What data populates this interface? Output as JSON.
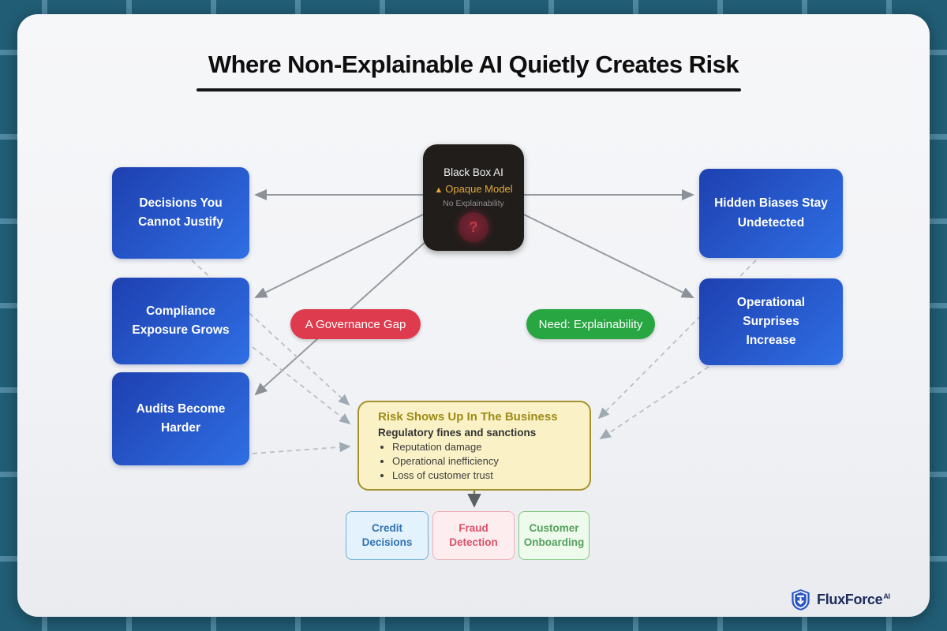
{
  "title": {
    "text": "Where Non-Explainable AI Quietly Creates Risk"
  },
  "center_node": {
    "title": "Black Box AI",
    "warning_icon": "▲",
    "warning_label": "Opaque Model",
    "subtitle": "No Explainability",
    "badge": "?"
  },
  "left_nodes": [
    {
      "label": "Decisions You Cannot Justify"
    },
    {
      "label": "Compliance Exposure Grows"
    },
    {
      "label": "Audits Become Harder"
    }
  ],
  "right_nodes": [
    {
      "label": "Hidden Biases Stay Undetected"
    },
    {
      "label": "Operational Surprises Increase"
    }
  ],
  "gap_pill": {
    "label": "A Governance Gap",
    "color": "#df3b4e"
  },
  "need_pill": {
    "label": "Need: Explainability",
    "color": "#27a642"
  },
  "risk_box": {
    "title": "Risk Shows Up In The Business",
    "highlight": "Regulatory fines and sanctions",
    "bullets": [
      "Reputation damage",
      "Operational inefficiency",
      "Loss of customer trust"
    ]
  },
  "bottom_nodes": [
    {
      "label": "Credit Decisions",
      "accent": "#3173b4"
    },
    {
      "label": "Fraud Detection",
      "accent": "#d9536b"
    },
    {
      "label": "Customer Onboarding",
      "accent": "#55a05e"
    }
  ],
  "logo": {
    "name": "FluxForce",
    "suffix": "AI"
  },
  "colors": {
    "background": "#215d75",
    "grid_line": "#4f88a2",
    "card": "#f3f4f6",
    "node_blue_start": "#1e40b0",
    "node_blue_end": "#2f6fe4",
    "black_box": "#201d1b",
    "amber_warning": "#e2a93b",
    "risk_bg": "#faf2c6",
    "risk_border": "#a3922e",
    "solid_connector": "#969ba0",
    "dashed_connector": "#b7c0c8"
  }
}
